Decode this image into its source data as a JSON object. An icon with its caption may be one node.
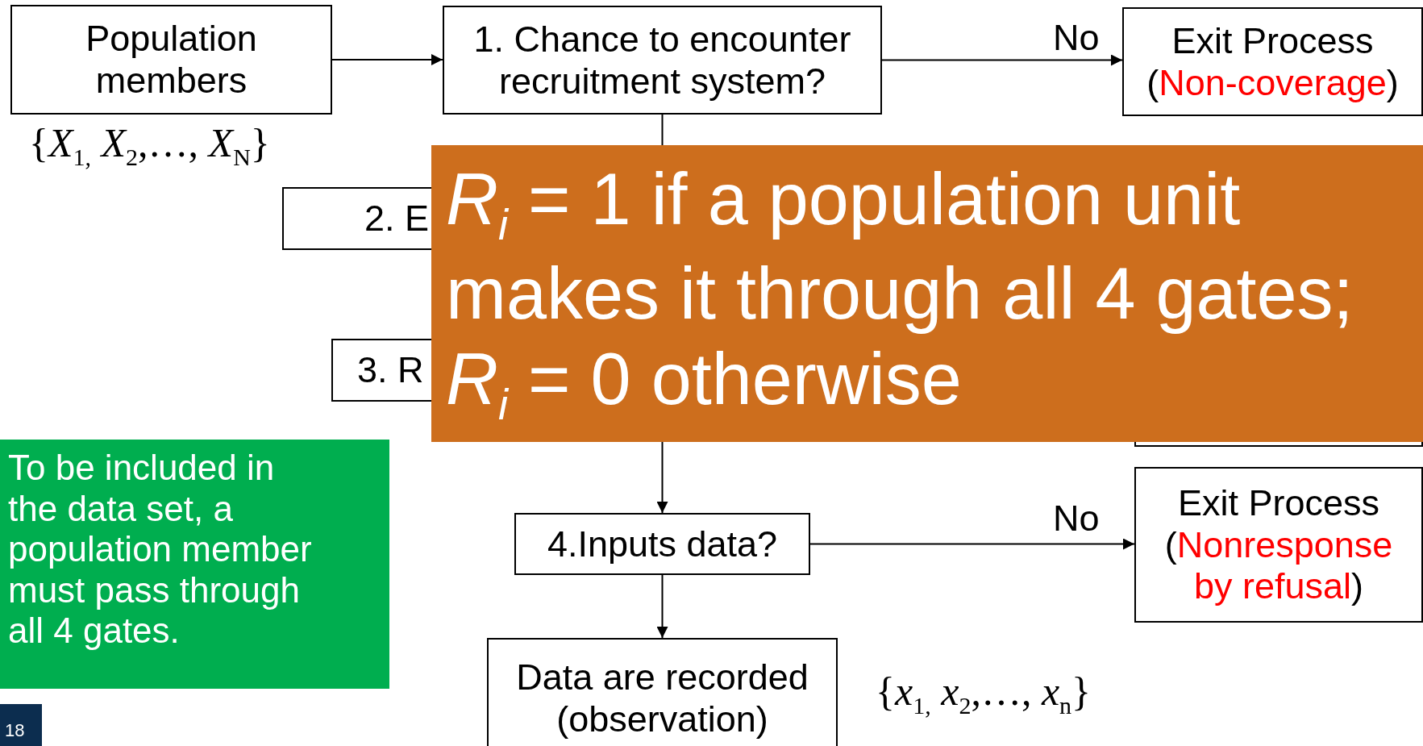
{
  "diagram": {
    "nodes": [
      {
        "text": [
          "Population members"
        ],
        "beside": [
          "{*X*$_{1,}$ *X*$_{2}$,…, *X*$_{N}$}"
        ]
      },
      {
        "text": [
          "1. Chance to encounter recruitment system?"
        ]
      },
      {
        "text": [
          "Exit Process",
          "(Non-coverage)"
        ]
      },
      {
        "text": [
          "2. E"
        ]
      },
      {
        "text": [
          "*R*$_{i}$ = 1 if a population unit makes it through all 4 gates; *R*$_{i}$ = 0 otherwise"
        ]
      },
      {
        "text": [
          "3. R"
        ]
      },
      {
        "text": [],
        "shape": "box"
      },
      {
        "text": [
          "To be included in the data set, a population member must pass through all 4 gates."
        ]
      },
      {
        "text": [
          "4.Inputs data?"
        ]
      },
      {
        "text": [
          "Exit Process",
          "(Nonresponse by refusal)"
        ]
      },
      {
        "text": [
          "Data are recorded (observation)"
        ],
        "beside": [
          "{*x*$_{1,}$ *x*$_{2}$,…, *x*$_{n}$}"
        ]
      }
    ],
    "edges": [
      {
        "from": 0,
        "to": 1,
        "arrow": "to"
      },
      {
        "from": 1,
        "to": 2,
        "arrow": "to",
        "label": "No"
      },
      {
        "from": 1,
        "to": 4,
        "arrow": "none"
      },
      {
        "from": 4,
        "to": 8,
        "arrow": "to"
      },
      {
        "from": 8,
        "to": 9,
        "arrow": "to",
        "label": "No"
      },
      {
        "from": 8,
        "to": 10,
        "arrow": "to"
      }
    ],
    "labels": [
      "18"
    ]
  }
}
